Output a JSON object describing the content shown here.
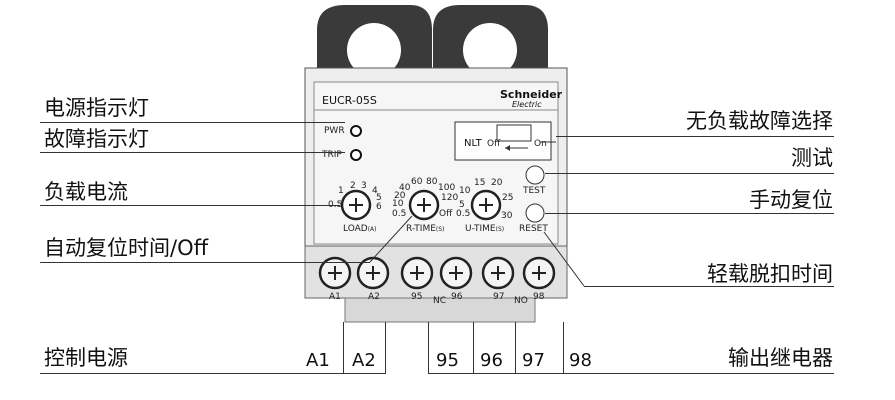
{
  "device": {
    "model": "EUCR-05S",
    "brand": "Schneider",
    "brand_sub": "Electric",
    "leds": [
      "PWR",
      "TRIP"
    ],
    "switch": {
      "label": "NLT",
      "off": "Off",
      "on": "On"
    },
    "buttons": [
      "TEST",
      "RESET"
    ],
    "dials": [
      {
        "caption": "LOAD",
        "unit": "(A)",
        "marks": [
          "0.5",
          "1",
          "2",
          "3",
          "4",
          "5",
          "6"
        ]
      },
      {
        "caption": "R-TIME",
        "unit": "(S)",
        "marks": [
          "0.5",
          "10",
          "20",
          "40",
          "60",
          "80",
          "100",
          "120",
          "Off"
        ]
      },
      {
        "caption": "U-TIME",
        "unit": "(S)",
        "marks": [
          "0.5",
          "5",
          "10",
          "15",
          "20",
          "25",
          "30"
        ]
      }
    ],
    "terminals_device": [
      "A1",
      "A2",
      "95",
      "NC",
      "96",
      "97",
      "NO",
      "98"
    ]
  },
  "labels_left": [
    "电源指示灯",
    "故障指示灯",
    "负载电流",
    "自动复位时间/Off",
    "控制电源"
  ],
  "labels_right": [
    "无负载故障选择",
    "测试",
    "手动复位",
    "轻载脱扣时间",
    "输出继电器"
  ],
  "bottom_terminals": [
    "A1",
    "A2",
    "95",
    "96",
    "97",
    "98"
  ],
  "colors": {
    "body": "#e4e4e4",
    "coil": "#3a3a3a",
    "line": "#333333"
  }
}
